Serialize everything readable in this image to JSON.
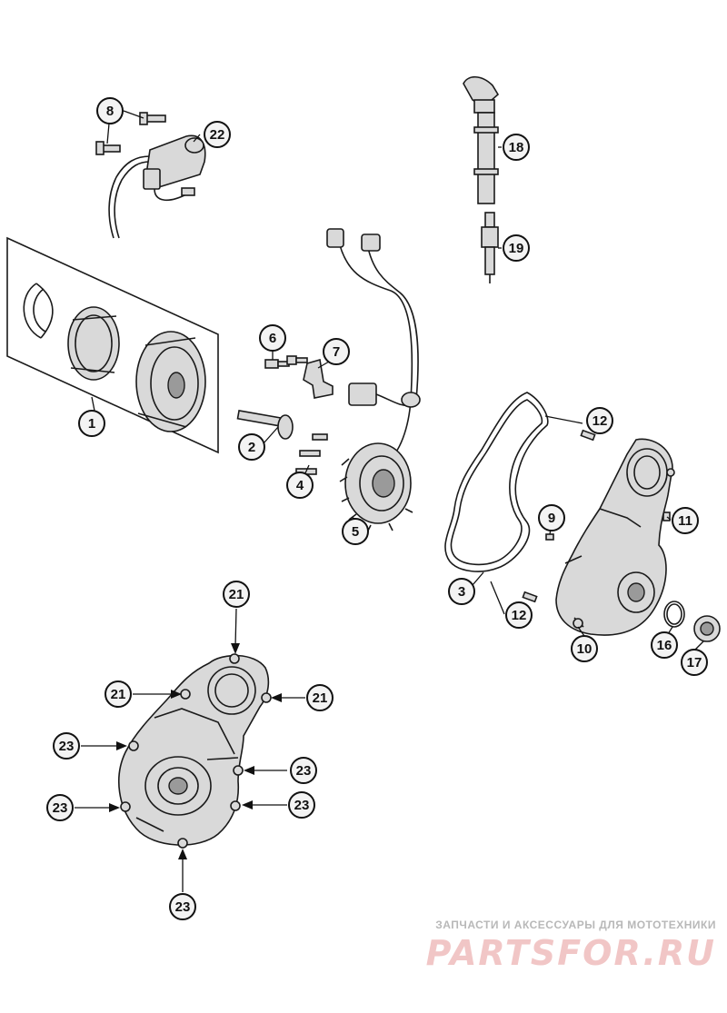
{
  "callouts": [
    {
      "label": "1"
    },
    {
      "label": "2"
    },
    {
      "label": "3"
    },
    {
      "label": "4"
    },
    {
      "label": "5"
    },
    {
      "label": "6"
    },
    {
      "label": "7"
    },
    {
      "label": "8"
    },
    {
      "label": "9"
    },
    {
      "label": "10"
    },
    {
      "label": "11"
    },
    {
      "label": "12"
    },
    {
      "label": "12"
    },
    {
      "label": "16"
    },
    {
      "label": "17"
    },
    {
      "label": "18"
    },
    {
      "label": "19"
    },
    {
      "label": "21"
    },
    {
      "label": "21"
    },
    {
      "label": "21"
    },
    {
      "label": "22"
    },
    {
      "label": "23"
    },
    {
      "label": "23"
    },
    {
      "label": "23"
    },
    {
      "label": "23"
    },
    {
      "label": "23"
    }
  ],
  "watermark": {
    "tagline": "ЗАПЧАСТИ И АКСЕССУАРЫ ДЛЯ МОТОТЕХНИКИ",
    "brand": "PARTSFOR.RU"
  },
  "colors": {
    "line": "#1a1a1a",
    "part_fill": "#d9d9d9",
    "callout_fill": "#f3f3f3",
    "watermark_brand": "#f1c6c6",
    "watermark_tagline": "#b8b8b8"
  }
}
